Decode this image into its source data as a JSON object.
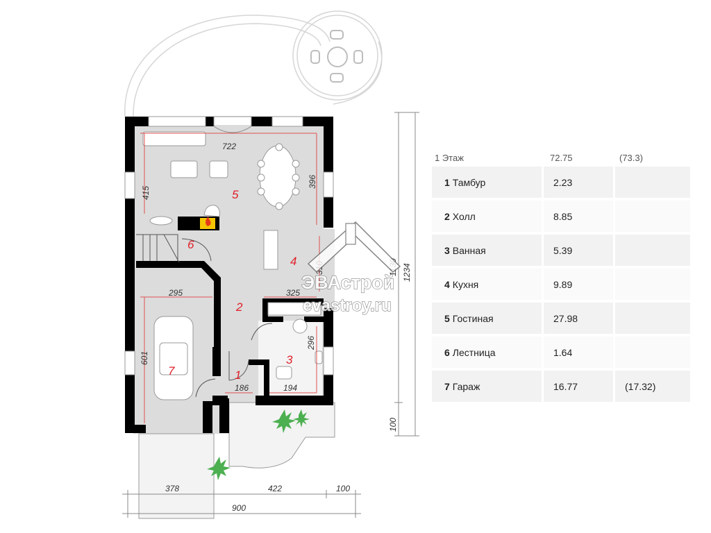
{
  "watermark": {
    "brand": "ЭВАстрой",
    "site": "evastroy.ru"
  },
  "plan": {
    "room_numbers": [
      "1",
      "2",
      "3",
      "4",
      "5",
      "6",
      "7"
    ],
    "dimensions": {
      "living_width": "722",
      "living_height": "415",
      "dining_height": "396",
      "kitchen_height": "1130",
      "kitchen_mid": "310",
      "total_height": "1234",
      "garage_width": "295",
      "garage_height": "601",
      "kitchen_width": "325",
      "bath_height": "296",
      "vestibule_width": "186",
      "bath_width": "194",
      "porch_height": "100",
      "bottom_left": "378",
      "bottom_mid": "422",
      "bottom_right": "100",
      "bottom_total": "900"
    }
  },
  "table": {
    "floor_label": "1 Этаж",
    "floor_area": "72.75",
    "floor_gross": "(73.3)",
    "rooms": [
      {
        "no": "1",
        "name": "Тамбур",
        "area": "2.23",
        "gross": ""
      },
      {
        "no": "2",
        "name": "Холл",
        "area": "8.85",
        "gross": ""
      },
      {
        "no": "3",
        "name": "Ванная",
        "area": "5.39",
        "gross": ""
      },
      {
        "no": "4",
        "name": "Кухня",
        "area": "9.89",
        "gross": ""
      },
      {
        "no": "5",
        "name": "Гостиная",
        "area": "27.98",
        "gross": ""
      },
      {
        "no": "6",
        "name": "Лестница",
        "area": "1.64",
        "gross": ""
      },
      {
        "no": "7",
        "name": "Гараж",
        "area": "16.77",
        "gross": "(17.32)"
      }
    ]
  },
  "colors": {
    "floor": "#dcdcdc",
    "wall": "#000000",
    "room_number": "#e0202a",
    "dim_line": "#e05050"
  }
}
